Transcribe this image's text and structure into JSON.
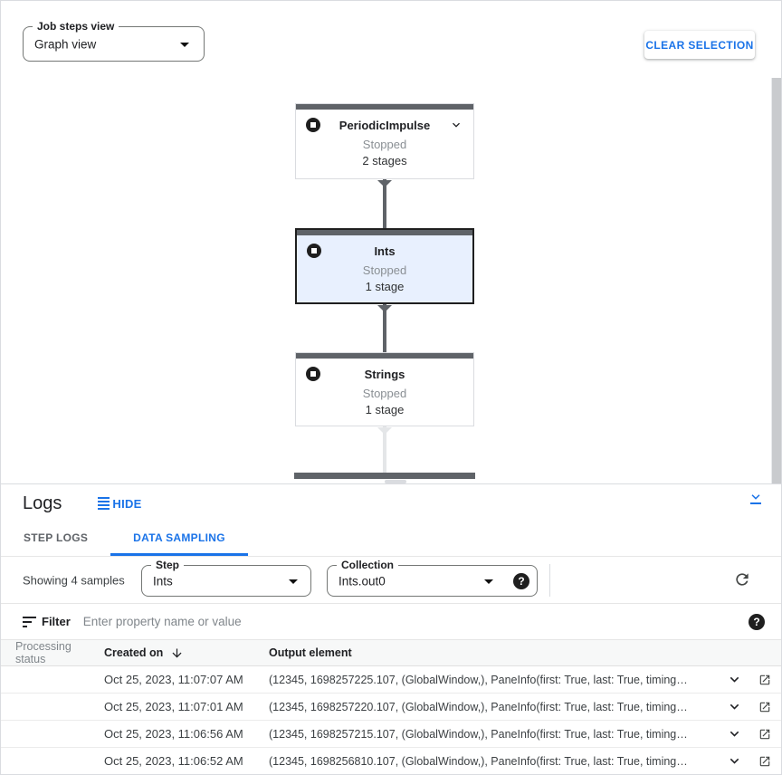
{
  "colors": {
    "accent_blue": "#1a73e8",
    "selected_node_bg": "#e8f0fe",
    "node_top_bar": "#5f6368",
    "status_dot": "#5f6368",
    "border": "#dadce0"
  },
  "icons": {
    "node_icon": "record-stop-icon",
    "dropdown": "caret-down-icon",
    "hide": "stack-lines-icon",
    "collapse": "collapse-down-icon",
    "help": "question-circle-icon",
    "refresh": "refresh-icon",
    "filter": "funnel-lines-icon",
    "sort": "arrow-down-icon",
    "expand_row": "chevron-down-icon",
    "open": "open-in-new-icon"
  },
  "toolbar": {
    "job_steps_view_label": "Job steps view",
    "job_steps_view_value": "Graph view",
    "clear_selection_label": "CLEAR SELECTION"
  },
  "graph": {
    "nodes": [
      {
        "title": "PeriodicImpulse",
        "status": "Stopped",
        "stages": "2 stages",
        "selected": false,
        "expandable": true
      },
      {
        "title": "Ints",
        "status": "Stopped",
        "stages": "1 stage",
        "selected": true,
        "expandable": false
      },
      {
        "title": "Strings",
        "status": "Stopped",
        "stages": "1 stage",
        "selected": false,
        "expandable": false
      }
    ]
  },
  "logs": {
    "title": "Logs",
    "hide_label": "HIDE",
    "tabs": [
      {
        "label": "STEP LOGS",
        "active": false
      },
      {
        "label": "DATA SAMPLING",
        "active": true
      }
    ],
    "showing_label": "Showing 4 samples",
    "step_label": "Step",
    "step_value": "Ints",
    "collection_label": "Collection",
    "collection_value": "Ints.out0",
    "help_glyph": "?",
    "filter_label": "Filter",
    "filter_placeholder": "Enter property name or value"
  },
  "table": {
    "columns": [
      "Processing status",
      "Created on",
      "Output element"
    ],
    "sorted_column": "Created on",
    "sort_direction": "desc",
    "rows": [
      {
        "created": "Oct 25, 2023, 11:07:07 AM",
        "output": "(12345, 1698257225.107, (GlobalWindow,), PaneInfo(first: True, last: True, timing…"
      },
      {
        "created": "Oct 25, 2023, 11:07:01 AM",
        "output": "(12345, 1698257220.107, (GlobalWindow,), PaneInfo(first: True, last: True, timing…"
      },
      {
        "created": "Oct 25, 2023, 11:06:56 AM",
        "output": "(12345, 1698257215.107, (GlobalWindow,), PaneInfo(first: True, last: True, timing…"
      },
      {
        "created": "Oct 25, 2023, 11:06:52 AM",
        "output": "(12345, 1698256810.107, (GlobalWindow,), PaneInfo(first: True, last: True, timing…"
      }
    ]
  }
}
